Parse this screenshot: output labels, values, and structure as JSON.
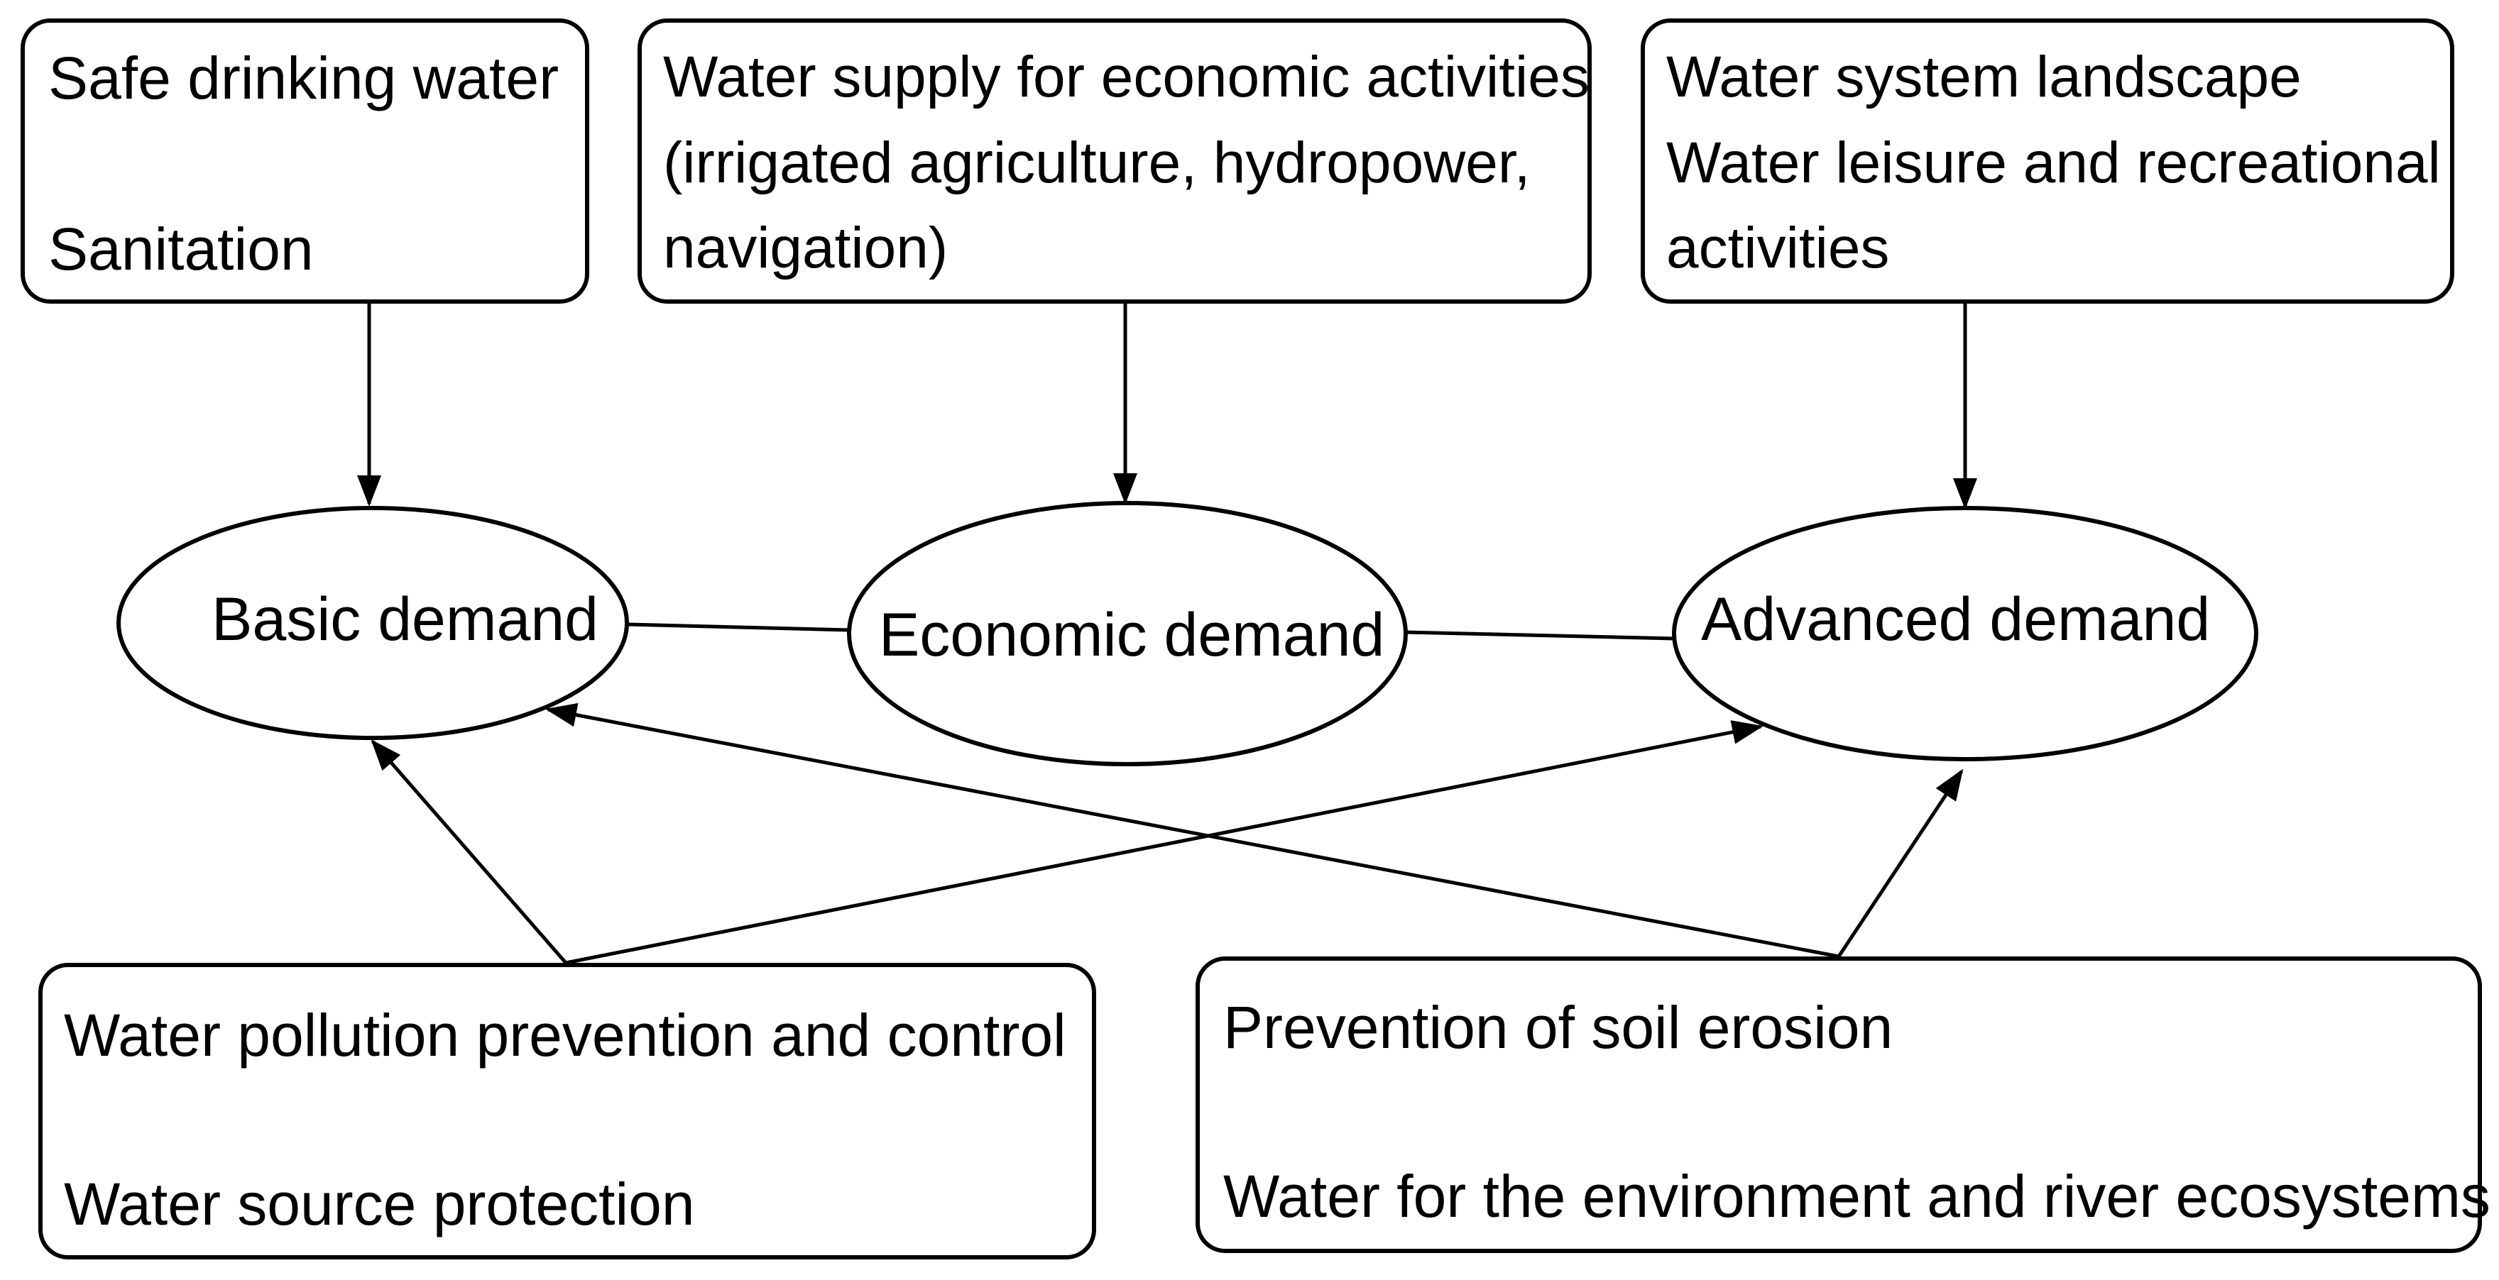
{
  "top_boxes": {
    "basic": {
      "line1": "Safe drinking water",
      "line2": "Sanitation"
    },
    "economic": {
      "line1": "Water supply for economic activities",
      "line2": "(irrigated agriculture, hydropower,",
      "line3": "navigation)"
    },
    "advanced": {
      "line1": "Water system landscape",
      "line2": "Water leisure and recreational",
      "line3": "activities"
    }
  },
  "nodes": {
    "basic": "Basic demand",
    "economic": "Economic  demand",
    "advanced": "Advanced  demand"
  },
  "bottom_boxes": {
    "left": {
      "line1": "Water pollution prevention and control",
      "line2": "Water source protection"
    },
    "right": {
      "line1": "Prevention of soil erosion",
      "line2": "Water for the environment and river ecosystems"
    }
  },
  "colors": {
    "stroke": "#000000",
    "background": "#ffffff"
  }
}
